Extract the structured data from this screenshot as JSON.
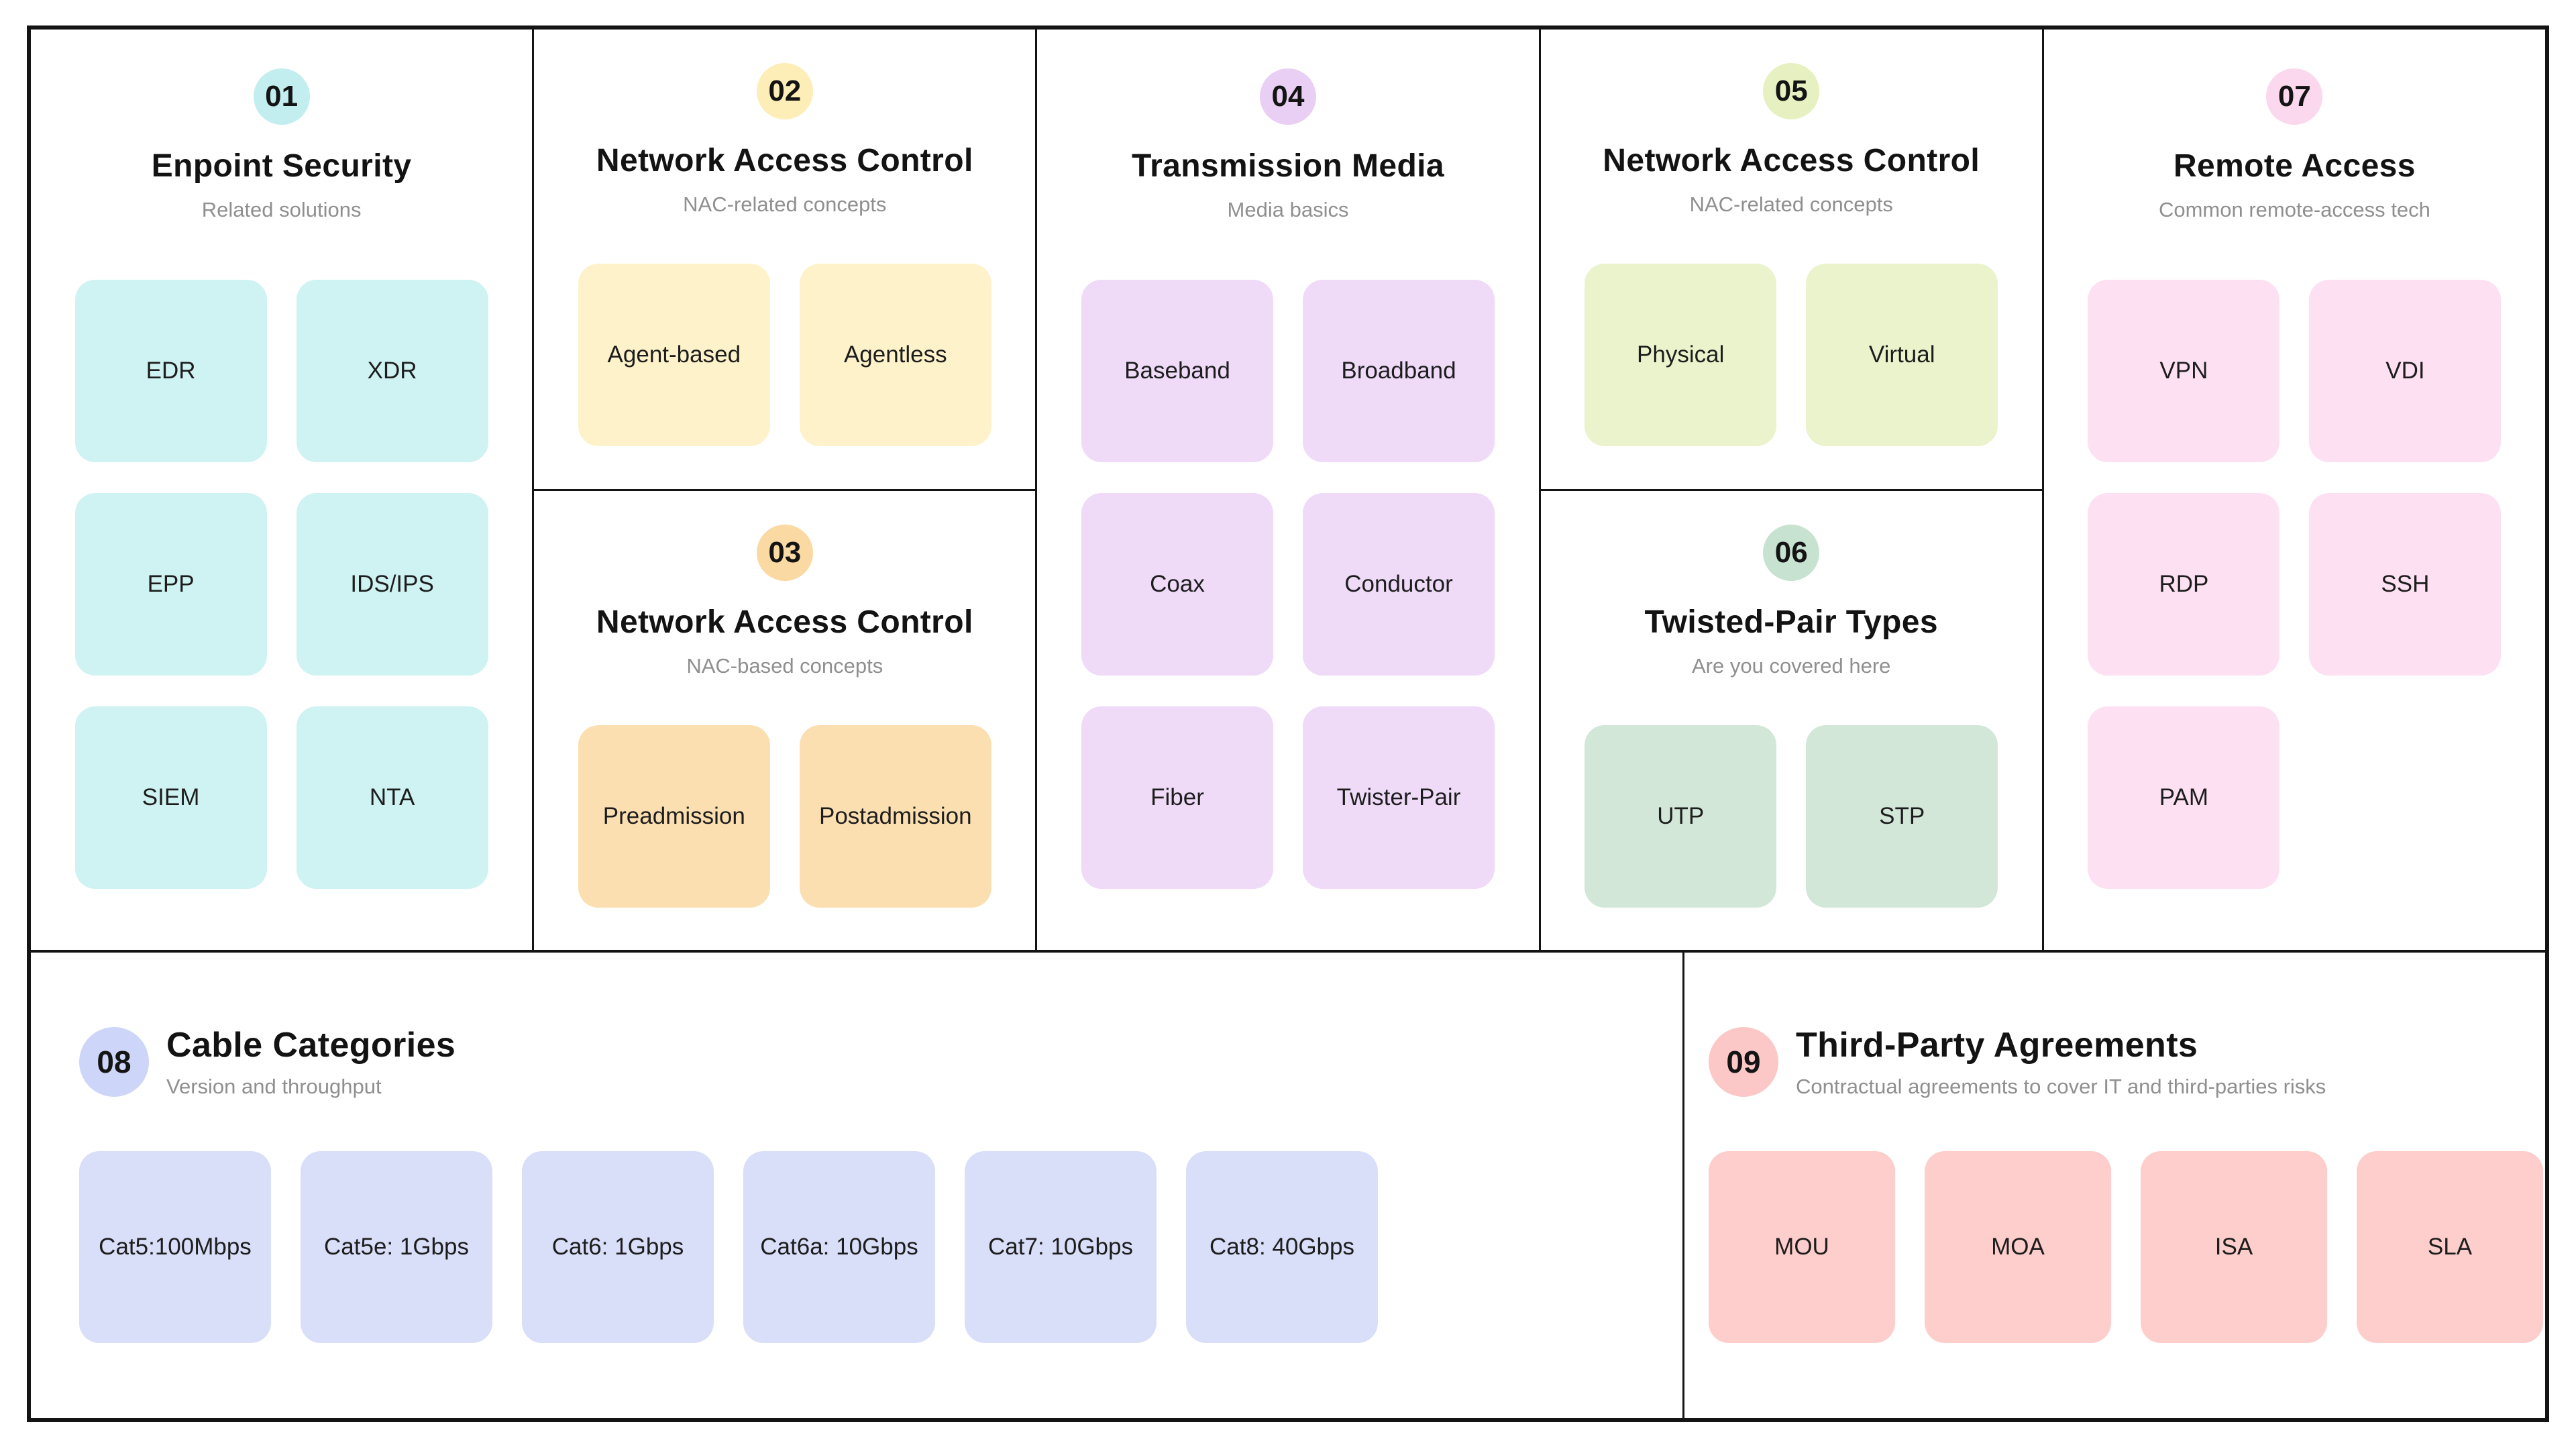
{
  "canvas": {
    "background": "#ffffff",
    "border_color": "#141414",
    "title_color": "#131313",
    "subtitle_color": "#8f8f8f"
  },
  "sections": {
    "s01": {
      "badge": "01",
      "title": "Enpoint Security",
      "subtitle": "Related solutions",
      "badge_color": "#c3eef0",
      "box_color": "#cff2f3",
      "items": [
        "EDR",
        "XDR",
        "EPP",
        "IDS/IPS",
        "SIEM",
        "NTA"
      ]
    },
    "s02": {
      "badge": "02",
      "title": "Network Access Control",
      "subtitle": "NAC-related concepts",
      "badge_color": "#fdedb6",
      "box_color": "#fdf2c9",
      "items": [
        "Agent-based",
        "Agentless"
      ]
    },
    "s03": {
      "badge": "03",
      "title": "Network Access Control",
      "subtitle": "NAC-based concepts",
      "badge_color": "#fbd9a3",
      "box_color": "#fbdfb1",
      "items": [
        "Preadmission",
        "Postadmission"
      ]
    },
    "s04": {
      "badge": "04",
      "title": "Transmission Media",
      "subtitle": "Media basics",
      "badge_color": "#e9cff4",
      "box_color": "#efdaf8",
      "items": [
        "Baseband",
        "Broadband",
        "Coax",
        "Conductor",
        "Fiber",
        "Twister-Pair"
      ]
    },
    "s05": {
      "badge": "05",
      "title": "Network Access Control",
      "subtitle": "NAC-related concepts",
      "badge_color": "#e7f0c0",
      "box_color": "#ebf3cc",
      "items": [
        "Physical",
        "Virtual"
      ]
    },
    "s06": {
      "badge": "06",
      "title": "Twisted-Pair Types",
      "subtitle": "Are you covered here",
      "badge_color": "#c7e2d0",
      "box_color": "#d3e7d9",
      "items": [
        "UTP",
        "STP"
      ]
    },
    "s07": {
      "badge": "07",
      "title": "Remote Access",
      "subtitle": "Common remote-access tech",
      "badge_color": "#fbd8ee",
      "box_color": "#fde1f3",
      "items": [
        "VPN",
        "VDI",
        "RDP",
        "SSH",
        "PAM"
      ]
    },
    "s08": {
      "badge": "08",
      "title": "Cable Categories",
      "subtitle": "Version and throughput",
      "badge_color": "#cdd5f8",
      "box_color": "#d9def9",
      "items": [
        "Cat5:100Mbps",
        "Cat5e: 1Gbps",
        "Cat6: 1Gbps",
        "Cat6a: 10Gbps",
        "Cat7: 10Gbps",
        "Cat8: 40Gbps"
      ]
    },
    "s09": {
      "badge": "09",
      "title": "Third-Party Agreements",
      "subtitle": "Contractual agreements to cover IT and third-parties risks",
      "badge_color": "#fcc8c7",
      "box_color": "#fdcecb",
      "items": [
        "MOU",
        "MOA",
        "ISA",
        "SLA"
      ]
    }
  }
}
